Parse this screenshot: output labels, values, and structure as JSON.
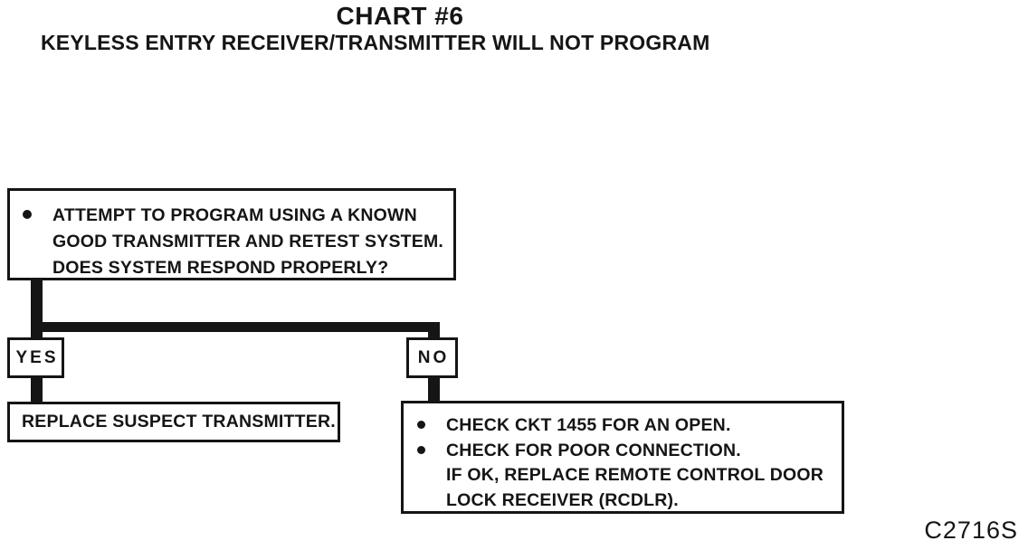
{
  "page": {
    "title": "CHART #6",
    "subtitle": "KEYLESS ENTRY RECEIVER/TRANSMITTER WILL NOT PROGRAM",
    "figure_code": "C2716S"
  },
  "flowchart": {
    "start_box": {
      "lines": [
        "ATTEMPT TO PROGRAM USING A KNOWN",
        "GOOD TRANSMITTER AND RETEST SYSTEM.",
        "DOES SYSTEM RESPOND PROPERLY?"
      ]
    },
    "branches": {
      "yes_label": "YES",
      "no_label": "NO"
    },
    "yes_action_box": {
      "text": "REPLACE SUSPECT TRANSMITTER."
    },
    "no_action_box": {
      "lines": [
        "CHECK CKT 1455 FOR AN OPEN.",
        "CHECK FOR POOR CONNECTION.",
        "IF OK, REPLACE REMOTE CONTROL DOOR",
        "LOCK RECEIVER (RCDLR)."
      ]
    },
    "colors": {
      "ink": "#151515",
      "paper": "#ffffff"
    }
  }
}
